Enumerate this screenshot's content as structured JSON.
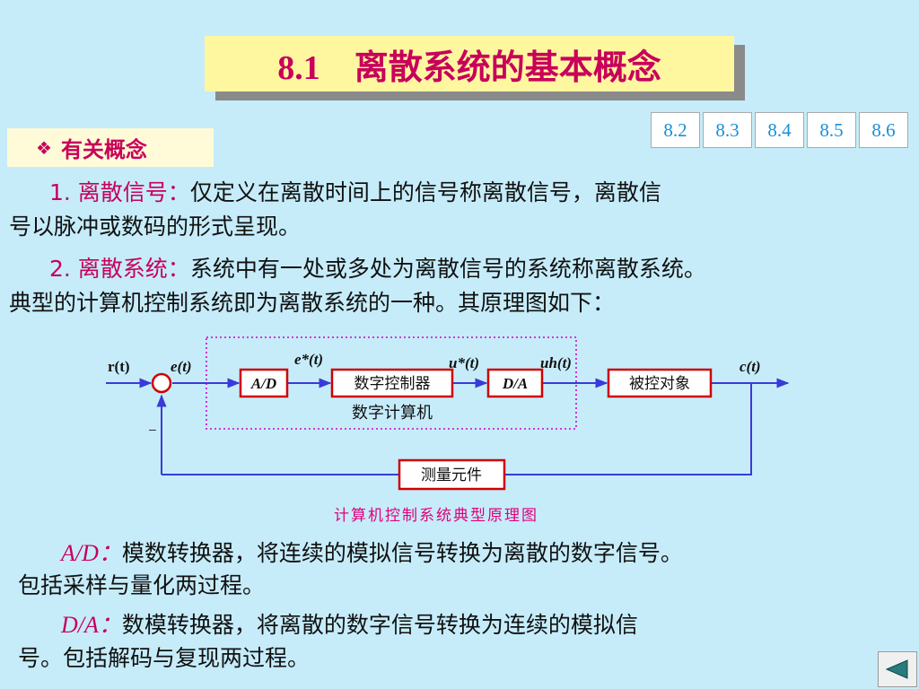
{
  "title": "8.1    离散系统的基本概念",
  "nav": [
    "8.2",
    "8.3",
    "8.4",
    "8.5",
    "8.6"
  ],
  "section": {
    "icon": "diamond-bullet-icon",
    "label": "有关概念"
  },
  "items": [
    {
      "term": "1. 离散信号：",
      "line1": "仅定义在离散时间上的信号称离散信号，离散信",
      "line2": "号以脉冲或数码的形式呈现。"
    },
    {
      "term": "2. 离散系统：",
      "line1": "系统中有一处或多处为离散信号的系统称离散系统。",
      "line2": "典型的计算机控制系统即为离散系统的一种。其原理图如下："
    }
  ],
  "diagram": {
    "signals": {
      "r": "r(t)",
      "e": "e(t)",
      "estar": "e*(t)",
      "ustar": "u*(t)",
      "uh": "uh(t)",
      "c": "c(t)",
      "minus": "−"
    },
    "blocks": {
      "ad": "A/D",
      "controller": "数字控制器",
      "da": "D/A",
      "plant": "被控对象",
      "sensor": "测量元件"
    },
    "group_label": "数字计算机",
    "caption": "计算机控制系统典型原理图",
    "colors": {
      "line": "#3a3ad8",
      "block_border": "#d00000",
      "dotted": "#d000d0",
      "caption": "#e0007a"
    }
  },
  "notes": [
    {
      "term": "A/D：",
      "line1": "模数转换器，将连续的模拟信号转换为离散的数字信号。",
      "line2": "包括采样与量化两过程。"
    },
    {
      "term": "D/A：",
      "line1": "数模转换器，将离散的数字信号转换为连续的模拟信",
      "line2": "号。包括解码与复现两过程。"
    }
  ],
  "back_button": {
    "icon": "left-triangle-icon"
  }
}
